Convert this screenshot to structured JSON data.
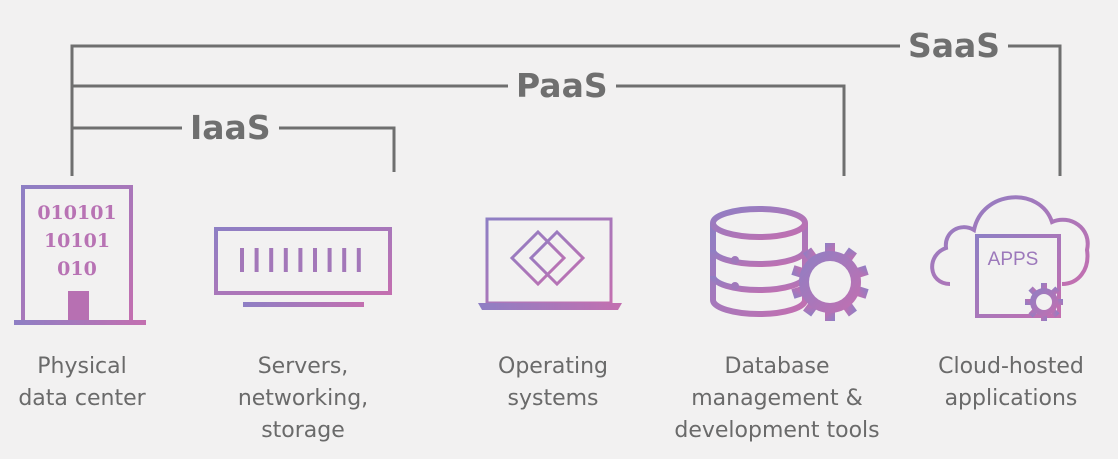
{
  "tiers": {
    "saas": "SaaS",
    "paas": "PaaS",
    "iaas": "IaaS"
  },
  "icons": {
    "binary_lines": [
      "010101",
      "10101",
      "010"
    ],
    "apps_label": "APPS"
  },
  "items": [
    {
      "label_lines": [
        "Physical",
        "data center"
      ],
      "icon": "data-center-icon"
    },
    {
      "label_lines": [
        "Servers,",
        "networking,",
        "storage"
      ],
      "icon": "server-icon"
    },
    {
      "label_lines": [
        "Operating",
        "systems"
      ],
      "icon": "laptop-os-icon"
    },
    {
      "label_lines": [
        "Database",
        "management &",
        "development tools"
      ],
      "icon": "database-gear-icon"
    },
    {
      "label_lines": [
        "Cloud-hosted",
        "applications"
      ],
      "icon": "cloud-apps-icon"
    }
  ],
  "colors": {
    "line": "#6f6f6f",
    "gradient_start": "#8e7fc4",
    "gradient_end": "#c36fb0",
    "background": "#f2f1f1"
  }
}
